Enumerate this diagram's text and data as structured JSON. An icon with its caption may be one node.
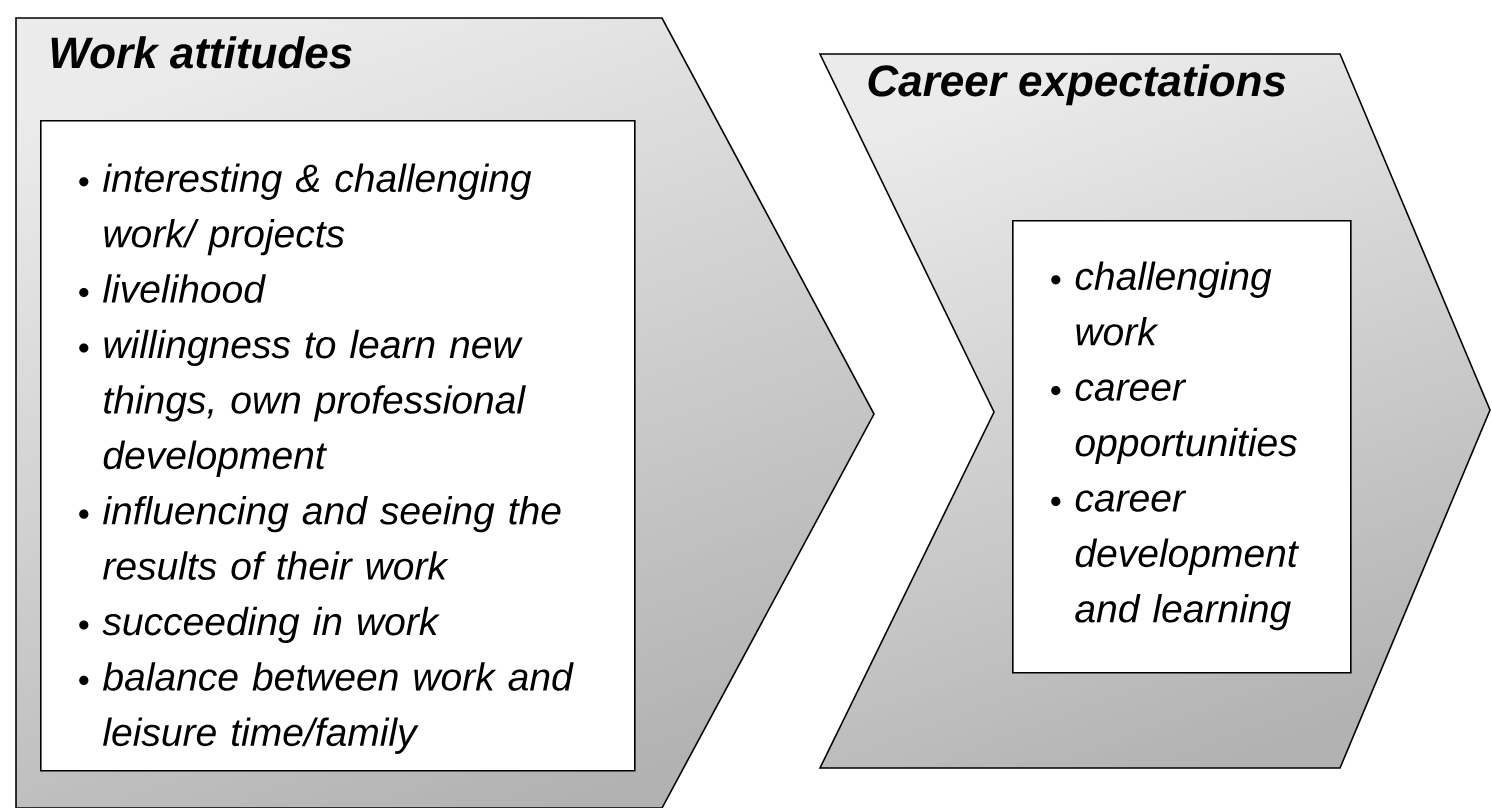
{
  "diagram": {
    "nodes": [
      {
        "text": [
          "Work attitudes"
        ]
      },
      {
        "text": [
          "interesting & challenging work/ projects",
          "livelihood",
          "willingness to learn new things, own professional development",
          "influencing and seeing the results of their work",
          "succeeding in work",
          "balance between work and leisure time/family"
        ],
        "in": 0
      },
      {
        "text": [
          "Career expectations"
        ]
      },
      {
        "text": [
          "challenging work",
          "career opportunities",
          "career development and learning"
        ],
        "in": 2
      }
    ]
  }
}
